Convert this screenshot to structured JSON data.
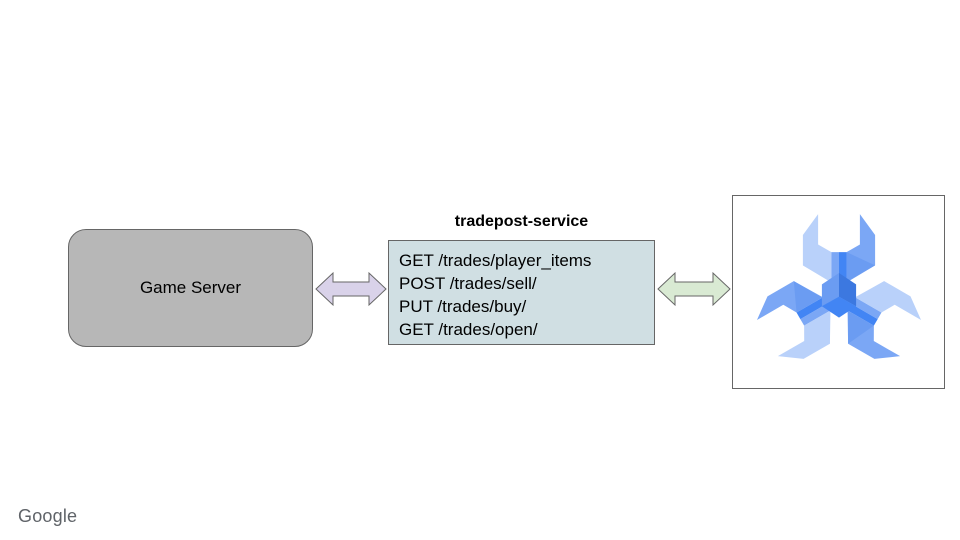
{
  "diagram": {
    "background_color": "#ffffff",
    "nodes": {
      "game_server": {
        "label": "Game Server",
        "fill_color": "#b7b7b7",
        "border_color": "#666666"
      },
      "service": {
        "title": "tradepost-service",
        "fill_color": "#d0dfe3",
        "border_color": "#666666",
        "endpoints": [
          "GET /trades/player_items",
          "POST /trades/sell/",
          "PUT /trades/buy/",
          "GET /trades/open/"
        ]
      },
      "logo_panel": {
        "icon_name": "agones-three-prong-wrench-logo",
        "frame_fill": "#ffffff",
        "frame_border": "#666666",
        "colors": {
          "light": "#b9d1fa",
          "mid": "#7ba7f5",
          "medium": "#6b9cf2",
          "dark": "#4285f4",
          "darker": "#3c78e0"
        }
      }
    },
    "connectors": [
      {
        "name": "game-server-to-service",
        "style": "double-headed-arrow",
        "fill_color": "#d9d2e9",
        "border_color": "#666666"
      },
      {
        "name": "service-to-logo",
        "style": "double-headed-arrow",
        "fill_color": "#d9ead3",
        "border_color": "#666666"
      }
    ],
    "watermark": {
      "text": "Google",
      "color": "#5f6368"
    }
  }
}
